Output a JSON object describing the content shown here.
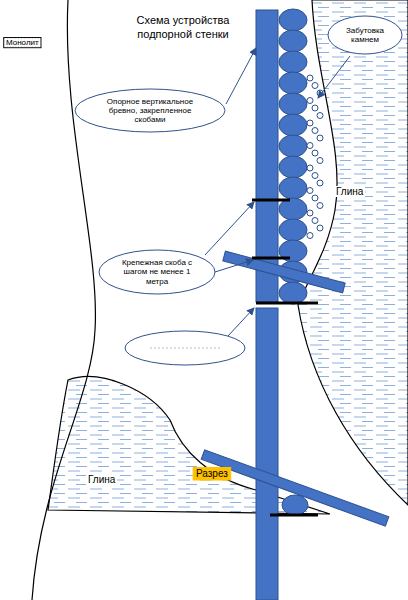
{
  "diagram": {
    "title": "Схема устройства подпорной стенки",
    "nodes": [
      {
        "text": [
          "Монолит"
        ]
      },
      {
        "text": [
          "Забутовка камнем"
        ]
      },
      {
        "text": [
          "Опорное вертикальное бревно, закрепленное скобами"
        ]
      },
      {
        "text": [
          "Крепежная скоба с шагом не менее 1 метра"
        ]
      },
      {
        "text": [
          "Разрез"
        ]
      }
    ],
    "labels": [
      "Глина",
      "Глина"
    ]
  }
}
